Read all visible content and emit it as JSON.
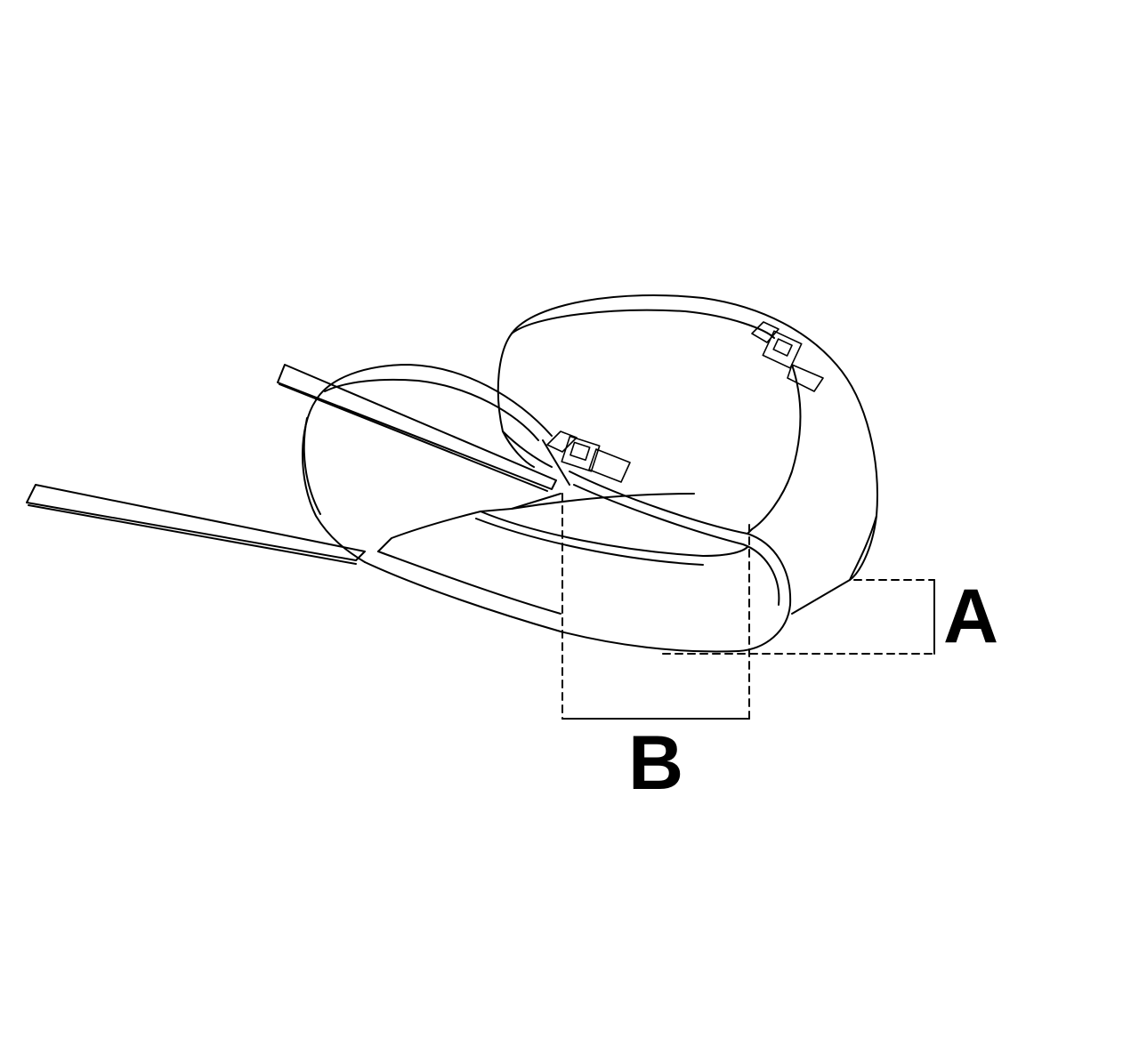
{
  "diagram": {
    "subject": "strap sling with buckles",
    "dimension_labels": {
      "a": "A",
      "b": "B"
    },
    "colors": {
      "line": "#000000",
      "background": "#ffffff"
    }
  }
}
